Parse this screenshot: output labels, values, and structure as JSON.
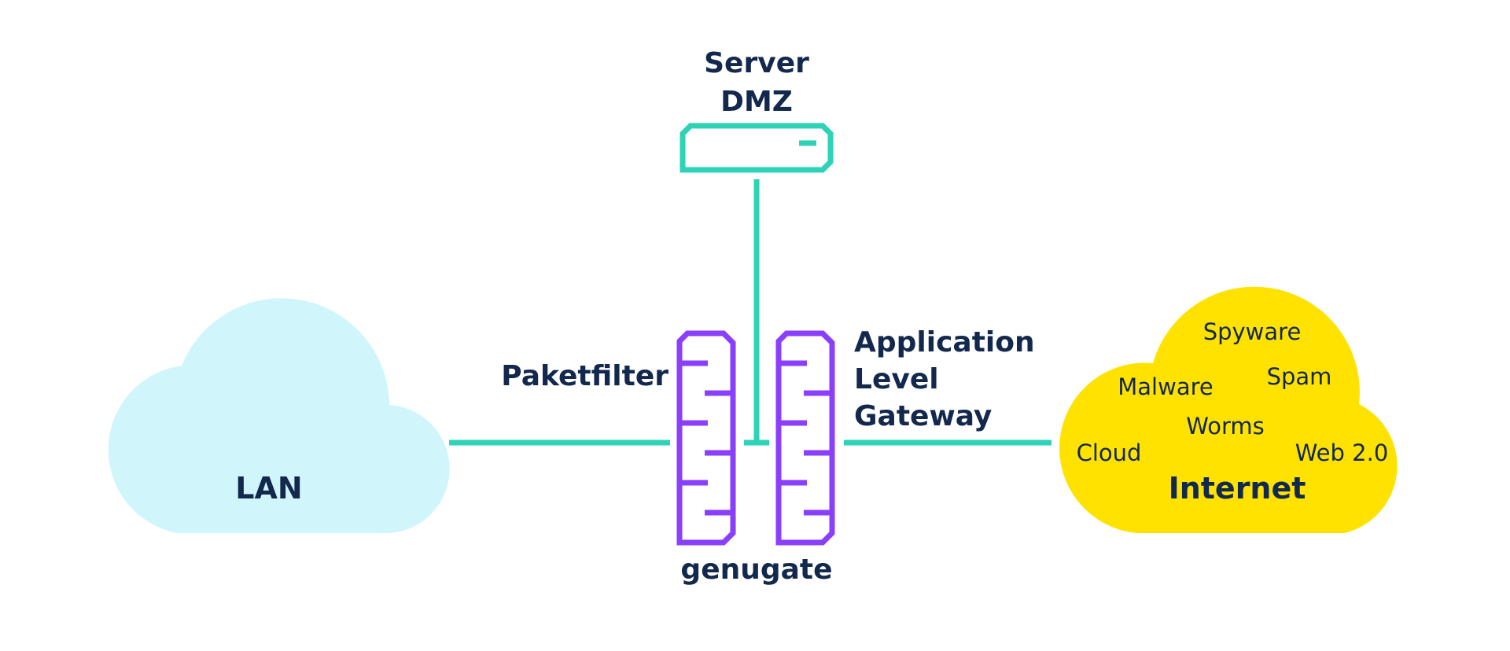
{
  "server": {
    "line1": "Server",
    "line2": "DMZ"
  },
  "lan": {
    "label": "LAN"
  },
  "packet_filter": {
    "label": "Paketfilter"
  },
  "alg": {
    "line1": "Application",
    "line2": "Level",
    "line3": "Gateway"
  },
  "gateway": {
    "label": "genugate"
  },
  "internet": {
    "label": "Internet",
    "threats": [
      "Spyware",
      "Spam",
      "Malware",
      "Worms",
      "Cloud",
      "Web 2.0"
    ]
  },
  "colors": {
    "teal": "#2ed3b7",
    "purple": "#8a3ffc",
    "lan_cloud": "#d0f5fb",
    "internet_cloud": "#ffe200",
    "text": "#12284c"
  }
}
